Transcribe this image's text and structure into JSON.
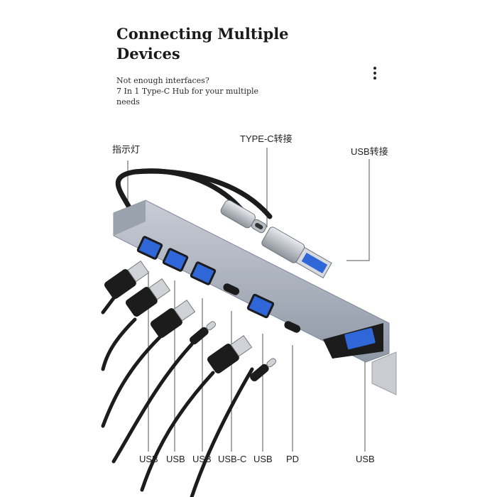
{
  "heading": {
    "line1": "Connecting Multiple",
    "line2": "Devices"
  },
  "subtitle": {
    "line1": "Not enough interfaces?",
    "line2": "7 In 1 Type-C Hub for your multiple",
    "line3": "needs"
  },
  "menu": {
    "icon": "more-vert-icon"
  },
  "callouts": {
    "indicator": "指示灯",
    "type_c_adapter": "TYPE-C转接",
    "usb_adapter": "USB转接"
  },
  "port_labels": [
    "USB",
    "USB",
    "USB",
    "USB-C",
    "USB",
    "PD",
    "USB"
  ],
  "colors": {
    "hub_body": "#aab3c2",
    "cable": "#1c1c1c",
    "usb3_blue": "#2f66d8",
    "leader_line": "#555555"
  }
}
